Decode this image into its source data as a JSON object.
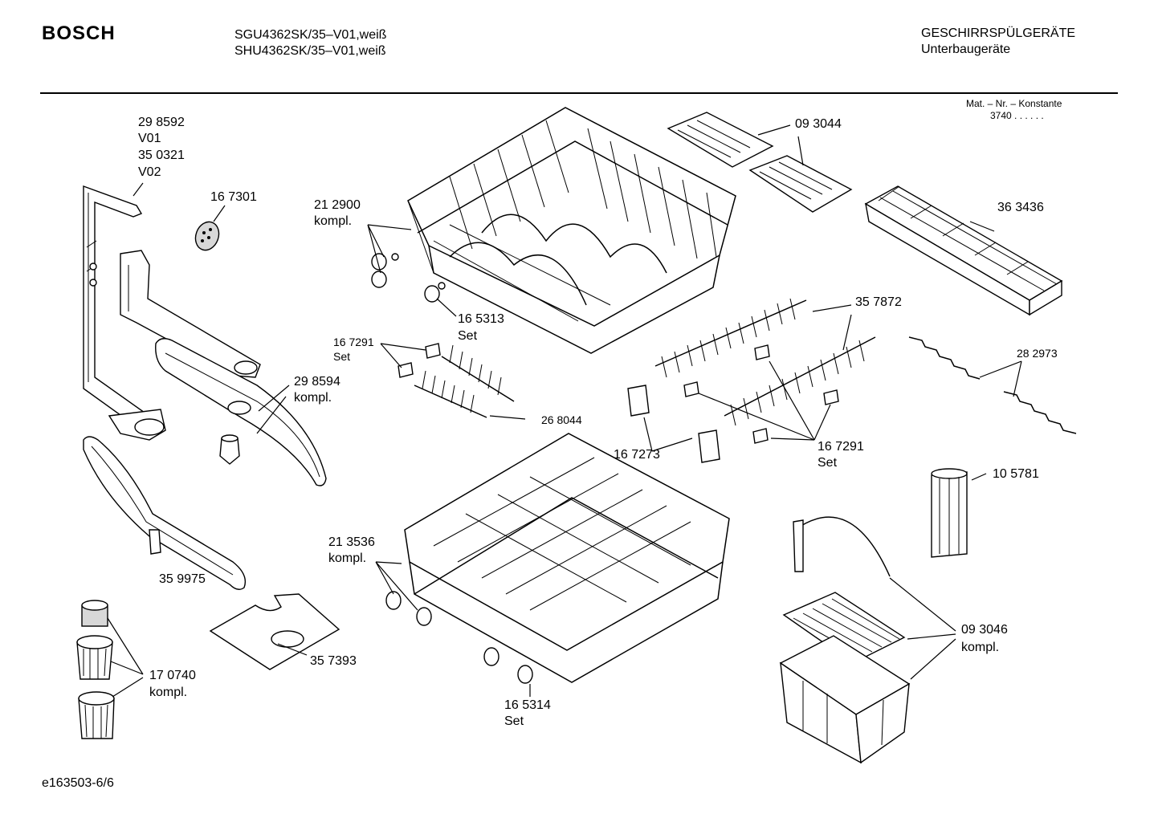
{
  "header": {
    "brand": "BOSCH",
    "model_line_1": "SGU4362SK/35–V01,weiß",
    "model_line_2": "SHU4362SK/35–V01,weiß",
    "category": "GESCHIRRSPÜLGERÄTE",
    "subcategory": "Unterbaugeräte"
  },
  "mat_info": {
    "title": "Mat. – Nr. – Konstante",
    "value": "3740  .  .    .  .  .  ."
  },
  "labels": {
    "p298592": "29 8592",
    "p298592_v1": "V01",
    "p350321": "35 0321",
    "p350321_v2": "V02",
    "p167301": "16 7301",
    "p212900": "21 2900",
    "p212900_k": "kompl.",
    "p165313": "16 5313",
    "p165313_s": "Set",
    "p093044": "09  3044",
    "p363436": "36  3436",
    "p357872": "35 7872",
    "p167291a": "16 7291",
    "p167291a_s": "Set",
    "p268044": "26 8044",
    "p298594": "29 8594",
    "p298594_k": "kompl.",
    "p282973": "28 2973",
    "p167273": "16 7273",
    "p167291b": "16 7291",
    "p167291b_s": "Set",
    "p105781": "10 5781",
    "p213536": "21 3536",
    "p213536_k": "kompl.",
    "p359975": "35 9975",
    "p357393": "35 7393",
    "p093046": "09 3046",
    "p093046_k": "kompl.",
    "p170740": "17 0740",
    "p170740_k": "kompl.",
    "p165314": "16 5314",
    "p165314_s": "Set"
  },
  "footer": {
    "doc_id": "e163503-6/6"
  }
}
